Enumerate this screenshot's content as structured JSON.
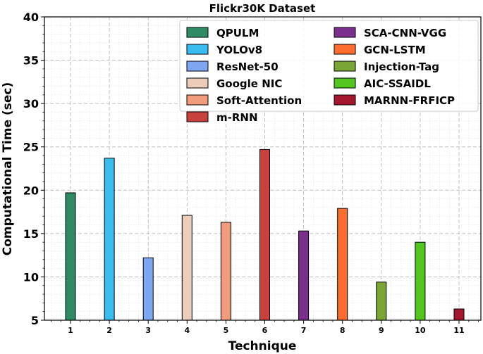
{
  "chart_data": {
    "type": "bar",
    "title": "Flickr30K Dataset",
    "xlabel": "Technique",
    "ylabel": "Computational Time (sec)",
    "ylim": [
      5,
      40
    ],
    "yticks": [
      5,
      10,
      15,
      20,
      25,
      30,
      35,
      40
    ],
    "grid": true,
    "legend_position": "top-right",
    "categories": [
      "1",
      "2",
      "3",
      "4",
      "5",
      "6",
      "7",
      "8",
      "9",
      "10",
      "11"
    ],
    "series": [
      {
        "name": "QPULM",
        "x": "1",
        "value": 19.7,
        "color": "#2e8b66"
      },
      {
        "name": "YOLOv8",
        "x": "2",
        "value": 23.7,
        "color": "#3bbcef"
      },
      {
        "name": "ResNet-50",
        "x": "3",
        "value": 12.2,
        "color": "#7fa6f0"
      },
      {
        "name": "Google NIC",
        "x": "4",
        "value": 17.1,
        "color": "#ebcdb9"
      },
      {
        "name": "Soft-Attention",
        "x": "5",
        "value": 16.3,
        "color": "#f19c7c"
      },
      {
        "name": "m-RNN",
        "x": "6",
        "value": 24.7,
        "color": "#c9413d"
      },
      {
        "name": "SCA-CNN-VGG",
        "x": "7",
        "value": 15.3,
        "color": "#7a2f8c"
      },
      {
        "name": "GCN-LSTM",
        "x": "8",
        "value": 17.9,
        "color": "#fb6d2e"
      },
      {
        "name": "Injection-Tag",
        "x": "9",
        "value": 9.4,
        "color": "#7ba636"
      },
      {
        "name": "AIC-SSAIDL",
        "x": "10",
        "value": 14.0,
        "color": "#52c61f"
      },
      {
        "name": "MARNN-FRFICP",
        "x": "11",
        "value": 6.3,
        "color": "#a5172e"
      }
    ]
  }
}
